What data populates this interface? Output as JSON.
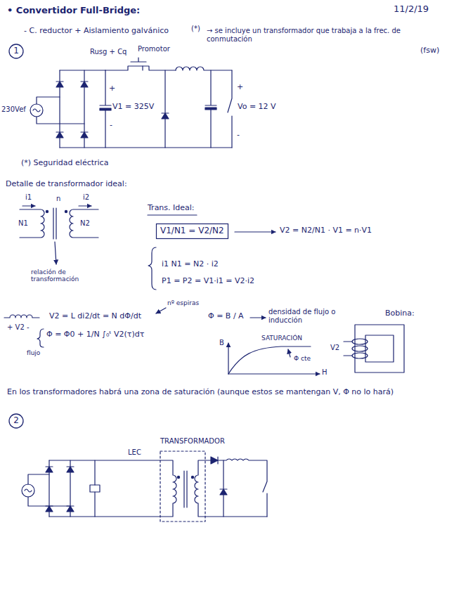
{
  "diagram": {
    "title": "• Convertidor Full-Bridge:",
    "nodes": [
      {
        "text": [
          "1"
        ]
      },
      {
        "text": [
          "V1/N1 = V2/N2"
        ]
      },
      {
        "text": [
          "2"
        ]
      }
    ],
    "labels": [
      "11/2/19",
      "- C. reductor + Aislamiento galvánico",
      "(*)",
      "→ se incluye un transformador que trabaja a la frec. de conmutación",
      "(fsw)",
      "Rusg + Cq",
      "Promotor",
      "230Vef",
      "+",
      "V1 = 325V",
      "-",
      "+",
      "Vo = 12 V",
      "-",
      "(*) Seguridad eléctrica",
      "Detalle de transformador ideal:",
      "i1",
      "n",
      "i2",
      "N1",
      "N2",
      "relación de transformación",
      "Trans. Ideal:",
      "V2 = N2/N1 · V1 = n·V1",
      "i1 N1 = N2 · i2",
      "P1 = P2 = V1·i1 = V2·i2",
      "+ V2 -",
      "V2 = L di2/dt = N dΦ/dt",
      "nº espiras",
      "Φ = Φ0 + 1/N ∫₀ᵗ V2(τ)dτ",
      "flujo",
      "Φ = B / A",
      "densidad de flujo o inducción",
      "B",
      "SATURACIÓN",
      "Φ cte",
      "H",
      "Bobina:",
      "V2",
      "En los transformadores habrá una zona de saturación (aunque estos se mantengan V, Φ no lo hará)",
      "TRANSFORMADOR",
      "LEC"
    ]
  }
}
